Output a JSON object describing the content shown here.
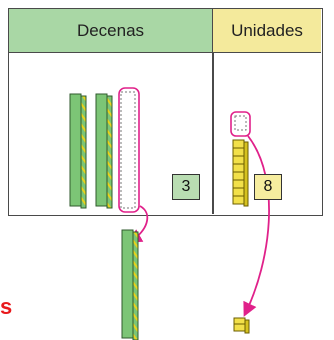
{
  "table": {
    "tens_header": "Decenas",
    "units_header": "Unidades",
    "tens_count": "3",
    "units_count": "8"
  },
  "side_text": "s",
  "colors": {
    "tens_header_bg": "#a9d7a5",
    "units_header_bg": "#f4ea9c",
    "rod_green": "#7cc576",
    "stripe_yellow": "#e8d21c",
    "cube_yellow": "#f2e04a",
    "arrow_magenta": "#e0218a",
    "label_red": "#e8191c"
  }
}
